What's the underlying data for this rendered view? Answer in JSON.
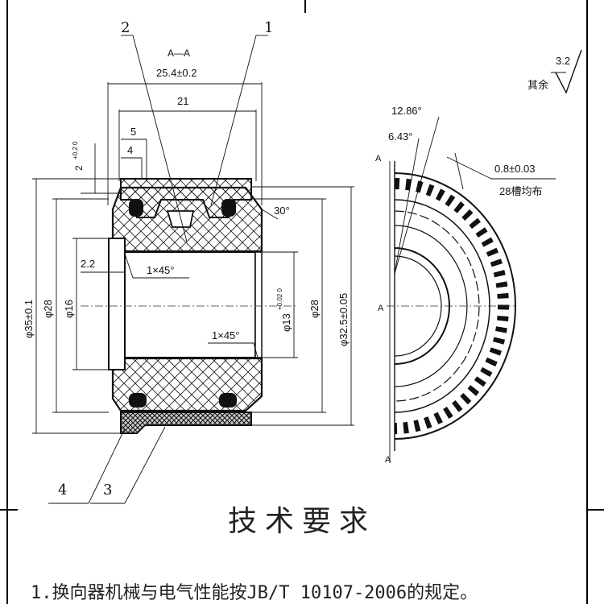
{
  "section": {
    "label": "A—A",
    "cut_mark": "A"
  },
  "balloons": [
    "1",
    "2",
    "3",
    "4"
  ],
  "dimensions": {
    "overall_length": "25.4±0.2",
    "length_21": "21",
    "length_5": "5",
    "length_4": "4",
    "slot_depth": "2",
    "slot_depth_tol": "+0.2 0",
    "dia_35": "φ35±0.1",
    "dia_28_left": "φ28",
    "dia_16": "φ16",
    "bore": "φ13",
    "bore_tol": "+0.02 0",
    "dia_28_right": "φ28",
    "dia_32_5": "φ32.5±0.05",
    "len_2_2": "2.2",
    "chamfer_top": "1×45°",
    "chamfer_bottom": "1×45°",
    "angle_30": "30°"
  },
  "roughness": {
    "value": "3.2",
    "label": "其余"
  },
  "side_view": {
    "angle_1": "12.86°",
    "angle_2": "6.43°",
    "slot_width": "0.8±0.03",
    "slot_count": "28槽均布"
  },
  "requirements": {
    "title": "技术要求",
    "line_1": "1.换向器机械与电气性能按JB/T 10107-2006的规定。"
  }
}
